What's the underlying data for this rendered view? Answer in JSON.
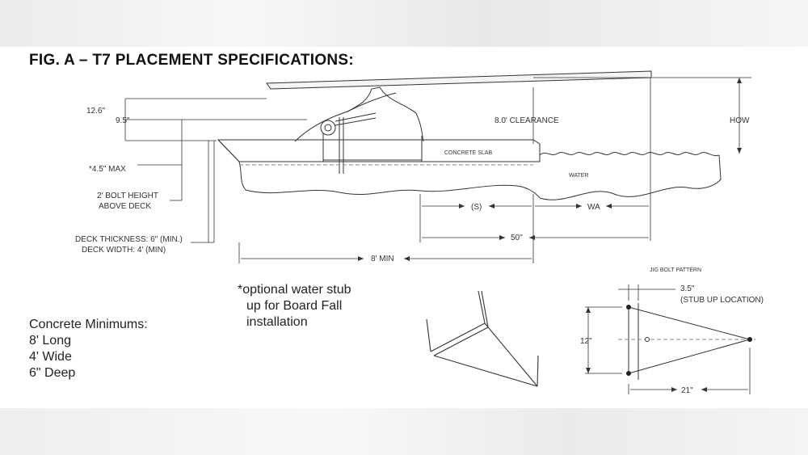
{
  "title": "FIG. A – T7 PLACEMENT SPECIFICATIONS:",
  "labels": {
    "h_12_6": "12.6\"",
    "h_9_5": "9.5\"",
    "max_4_5": "*4.5\" MAX",
    "bolt_1": "2' BOLT HEIGHT",
    "bolt_2": "ABOVE DECK",
    "deck_1": "DECK THICKNESS: 6\" (MIN.)",
    "deck_2": "DECK WIDTH: 4' (MIN)",
    "clearance": "8.0' CLEARANCE",
    "how": "HOW",
    "slab": "CONCRETE SLAB",
    "water": "WATER",
    "s": "(S)",
    "wa": "WA",
    "fifty": "50\"",
    "eight_min": "8' MIN",
    "jig_title": "JIG BOLT PATTERN",
    "three_five": "3.5\"",
    "stub_loc": "(STUB UP LOCATION)",
    "twelve": "12\"",
    "twentyone": "21\""
  },
  "optional_note": [
    "*optional water stub",
    "up for Board Fall",
    "installation"
  ],
  "concrete": [
    "Concrete Minimums:",
    "8' Long",
    "4' Wide",
    "6\" Deep"
  ]
}
